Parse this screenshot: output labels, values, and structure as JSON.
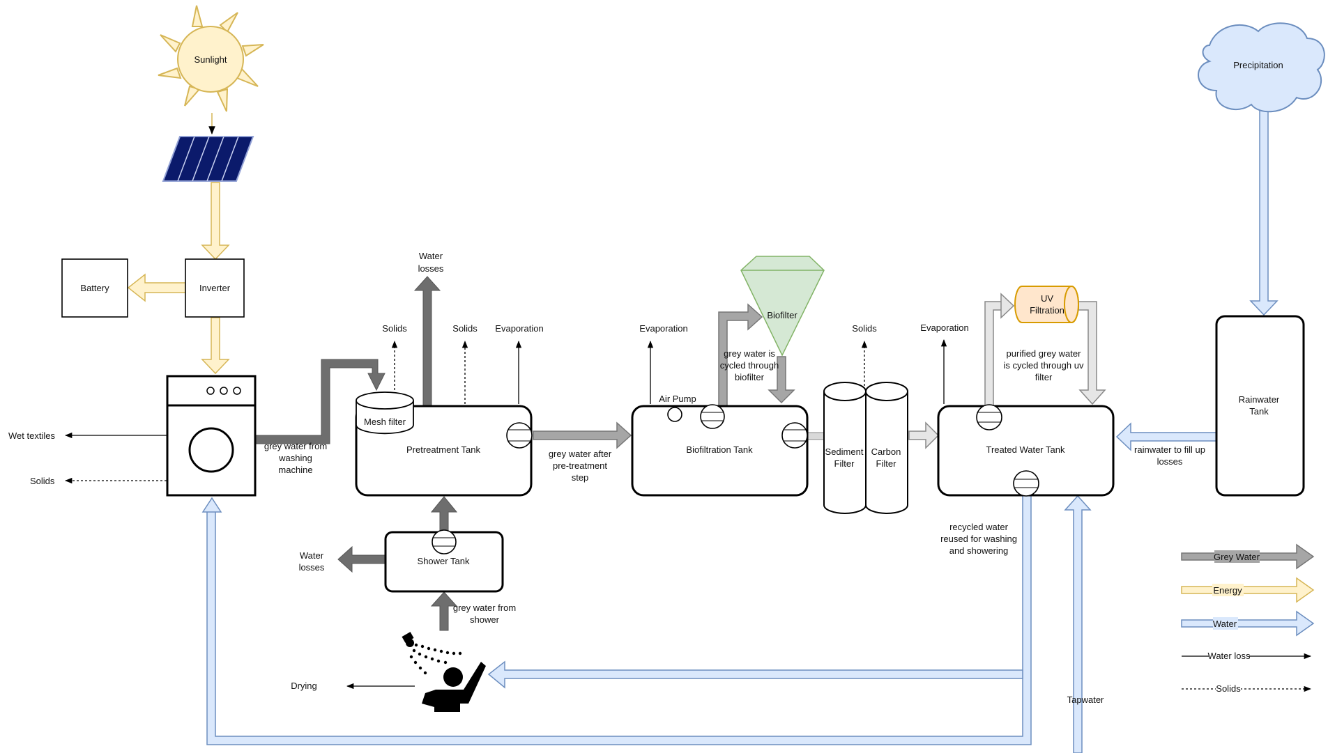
{
  "colors": {
    "grey_water": "#a6a6a6",
    "grey_water_dark": "#6e6e6e",
    "energy": "#fff2cc",
    "energy_stroke": "#d6b656",
    "water": "#dae8fc",
    "water_stroke": "#6c8ebf",
    "biofilter_fill": "#d5e8d4",
    "biofilter_stroke": "#82b366",
    "uv_fill": "#ffe6cc",
    "uv_stroke": "#d79b00",
    "solar_panel": "#0b1a6b"
  },
  "nodes": {
    "sunlight": "Sunlight",
    "precipitation": "Precipitation",
    "battery": "Battery",
    "inverter": "Inverter",
    "mesh_filter": "Mesh filter",
    "pretreatment_tank": "Pretreatment Tank",
    "shower_tank": "Shower Tank",
    "biofiltration_tank": "Biofiltration Tank",
    "air_pump": "Air Pump",
    "biofilter": "Biofilter",
    "sediment_filter": [
      "Sediment",
      "Filter"
    ],
    "carbon_filter": [
      "Carbon",
      "Filter"
    ],
    "treated_water_tank": "Treated Water Tank",
    "uv_filtration": [
      "UV",
      "Filtration"
    ],
    "rainwater_tank": [
      "Rainwater",
      "Tank"
    ]
  },
  "labels": {
    "wet_textiles": "Wet textiles",
    "solids_left": "Solids",
    "water_losses_top": [
      "Water",
      "losses"
    ],
    "solids_1": "Solids",
    "solids_2": "Solids",
    "evaporation_1": "Evaporation",
    "evaporation_2": "Evaporation",
    "solids_3": "Solids",
    "evaporation_3": "Evaporation",
    "grey_water_washing": [
      "grey water from",
      "washing",
      "machine"
    ],
    "grey_water_after": [
      "grey water after",
      "pre-treatment",
      "step"
    ],
    "grey_water_cycled": [
      "grey water is",
      "cycled through",
      "biofilter"
    ],
    "purified_grey_water": [
      "purified grey water",
      "is cycled through uv",
      "filter"
    ],
    "rainwater_fill": [
      "rainwater to fill up",
      "losses"
    ],
    "recycled_water": [
      "recycled water",
      "reused for washing",
      "and showering"
    ],
    "water_losses_shower": [
      "Water",
      "losses"
    ],
    "grey_water_shower": [
      "grey water from",
      "shower"
    ],
    "drying": "Drying",
    "tapwater": "Tapwater"
  },
  "legend": {
    "grey_water": "Grey Water",
    "energy": "Energy",
    "water": "Water",
    "water_loss": "Water loss",
    "solids": "Solids"
  }
}
